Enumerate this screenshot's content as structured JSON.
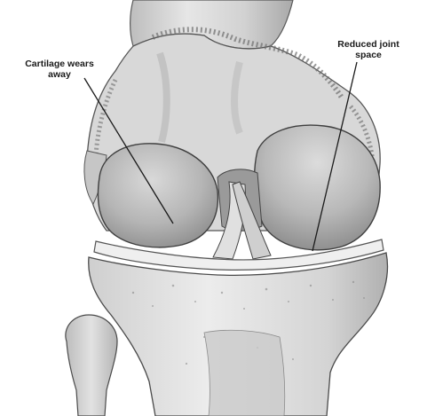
{
  "diagram": {
    "labels": [
      {
        "id": "cartilage",
        "lines": [
          "Cartilage wears",
          "away"
        ]
      },
      {
        "id": "joint_space",
        "lines": [
          "Reduced joint",
          "space"
        ]
      }
    ]
  }
}
